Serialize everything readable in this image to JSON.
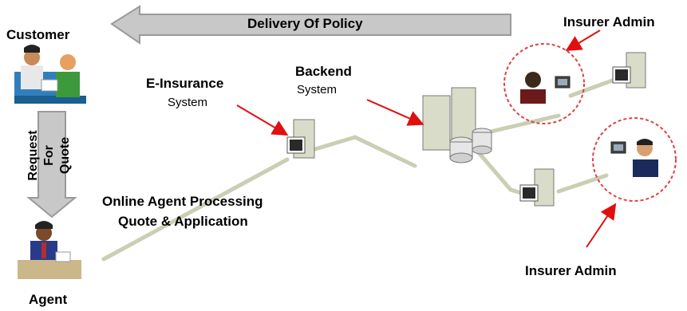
{
  "arrow_label": "Delivery Of Policy",
  "customer_label": "Customer",
  "agent_label": "Agent",
  "request_label": [
    "Request",
    "For",
    "Quote"
  ],
  "online_agent_label": [
    "Online Agent Processing",
    "Quote & Application"
  ],
  "einsurance_label": [
    "E-Insurance",
    "System"
  ],
  "backend_label": [
    "Backend",
    "System"
  ],
  "insurer_admin_top": "Insurer Admin",
  "insurer_admin_bottom": "Insurer Admin",
  "colors": {
    "arrow_fill": "#c8c8c8",
    "network_line": "#c9cfb3",
    "pointer_red": "#e01010",
    "circle_red": "#e04040"
  }
}
